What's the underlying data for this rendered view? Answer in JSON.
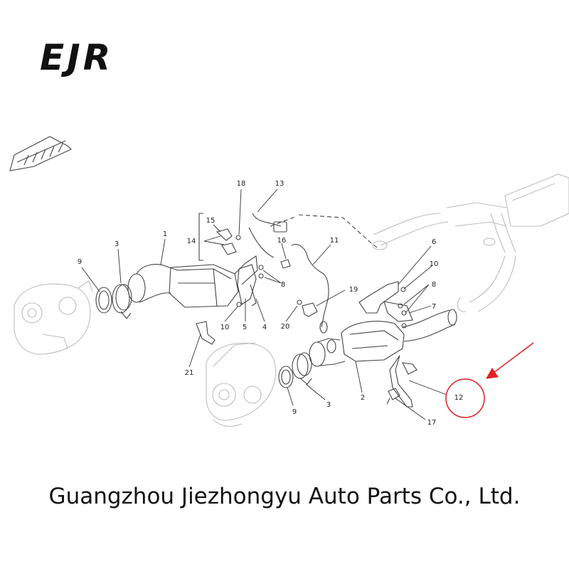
{
  "logo": {
    "text": "EJR"
  },
  "company": {
    "name": "Guangzhou Jiezhongyu Auto Parts Co., Ltd."
  },
  "callouts": [
    {
      "id": "c1",
      "label": "1"
    },
    {
      "id": "c2",
      "label": "2"
    },
    {
      "id": "c3a",
      "label": "3"
    },
    {
      "id": "c3b",
      "label": "3"
    },
    {
      "id": "c4",
      "label": "4"
    },
    {
      "id": "c5",
      "label": "5"
    },
    {
      "id": "c6",
      "label": "6"
    },
    {
      "id": "c7",
      "label": "7"
    },
    {
      "id": "c8a",
      "label": "8"
    },
    {
      "id": "c8b",
      "label": "8"
    },
    {
      "id": "c9a",
      "label": "9"
    },
    {
      "id": "c9b",
      "label": "9"
    },
    {
      "id": "c10a",
      "label": "10"
    },
    {
      "id": "c10b",
      "label": "10"
    },
    {
      "id": "c11",
      "label": "11"
    },
    {
      "id": "c12",
      "label": "12"
    },
    {
      "id": "c13",
      "label": "13"
    },
    {
      "id": "c14",
      "label": "14"
    },
    {
      "id": "c15",
      "label": "15"
    },
    {
      "id": "c16",
      "label": "16"
    },
    {
      "id": "c17",
      "label": "17"
    },
    {
      "id": "c18",
      "label": "18"
    },
    {
      "id": "c19",
      "label": "19"
    },
    {
      "id": "c20",
      "label": "20"
    },
    {
      "id": "c21",
      "label": "21"
    }
  ],
  "highlight": {
    "color": "#e02020",
    "target_label": "12"
  },
  "icons": {
    "direction": "arrow-icon",
    "highlight": "arrow-icon"
  }
}
